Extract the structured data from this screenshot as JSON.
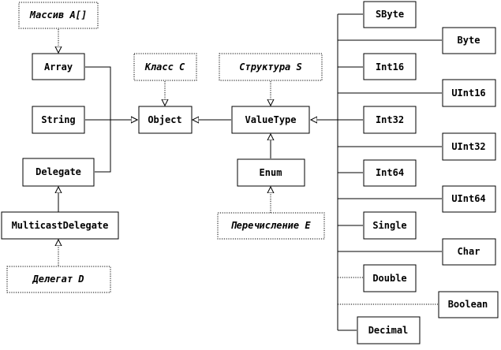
{
  "nodes": {
    "massiv": "Массив  A[]",
    "array": "Array",
    "string": "String",
    "delegate": "Delegate",
    "multicast": "MulticastDelegate",
    "delegat": "Делегат  D",
    "klass": "Класс  C",
    "object": "Object",
    "struktura": "Структура  S",
    "valuetype": "ValueType",
    "enum": "Enum",
    "perechislenie": "Перечисление  E",
    "sbyte": "SByte",
    "byte": "Byte",
    "int16": "Int16",
    "uint16": "UInt16",
    "int32": "Int32",
    "uint32": "UInt32",
    "int64": "Int64",
    "uint64": "UInt64",
    "single": "Single",
    "char": "Char",
    "double": "Double",
    "boolean": "Boolean",
    "decimal": "Decimal"
  }
}
